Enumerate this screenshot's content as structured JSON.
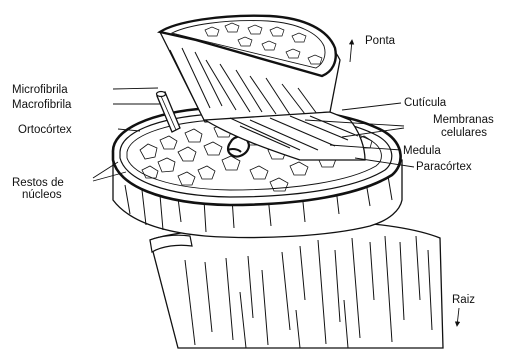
{
  "diagram": {
    "labels": {
      "ponta": "Ponta",
      "microfibrila": "Microfibrila",
      "macrofibrila": "Macrofibrila",
      "ortocortex": "Ortocórtex",
      "restos_line1": "Restos de",
      "restos_line2": "núcleos",
      "cuticula": "Cutícula",
      "membranas_line1": "Membranas",
      "membranas_line2": "celulares",
      "medula": "Medula",
      "paracortex": "Paracórtex",
      "raiz": "Raiz"
    },
    "colors": {
      "ink": "#111111",
      "paper": "#ffffff"
    }
  }
}
